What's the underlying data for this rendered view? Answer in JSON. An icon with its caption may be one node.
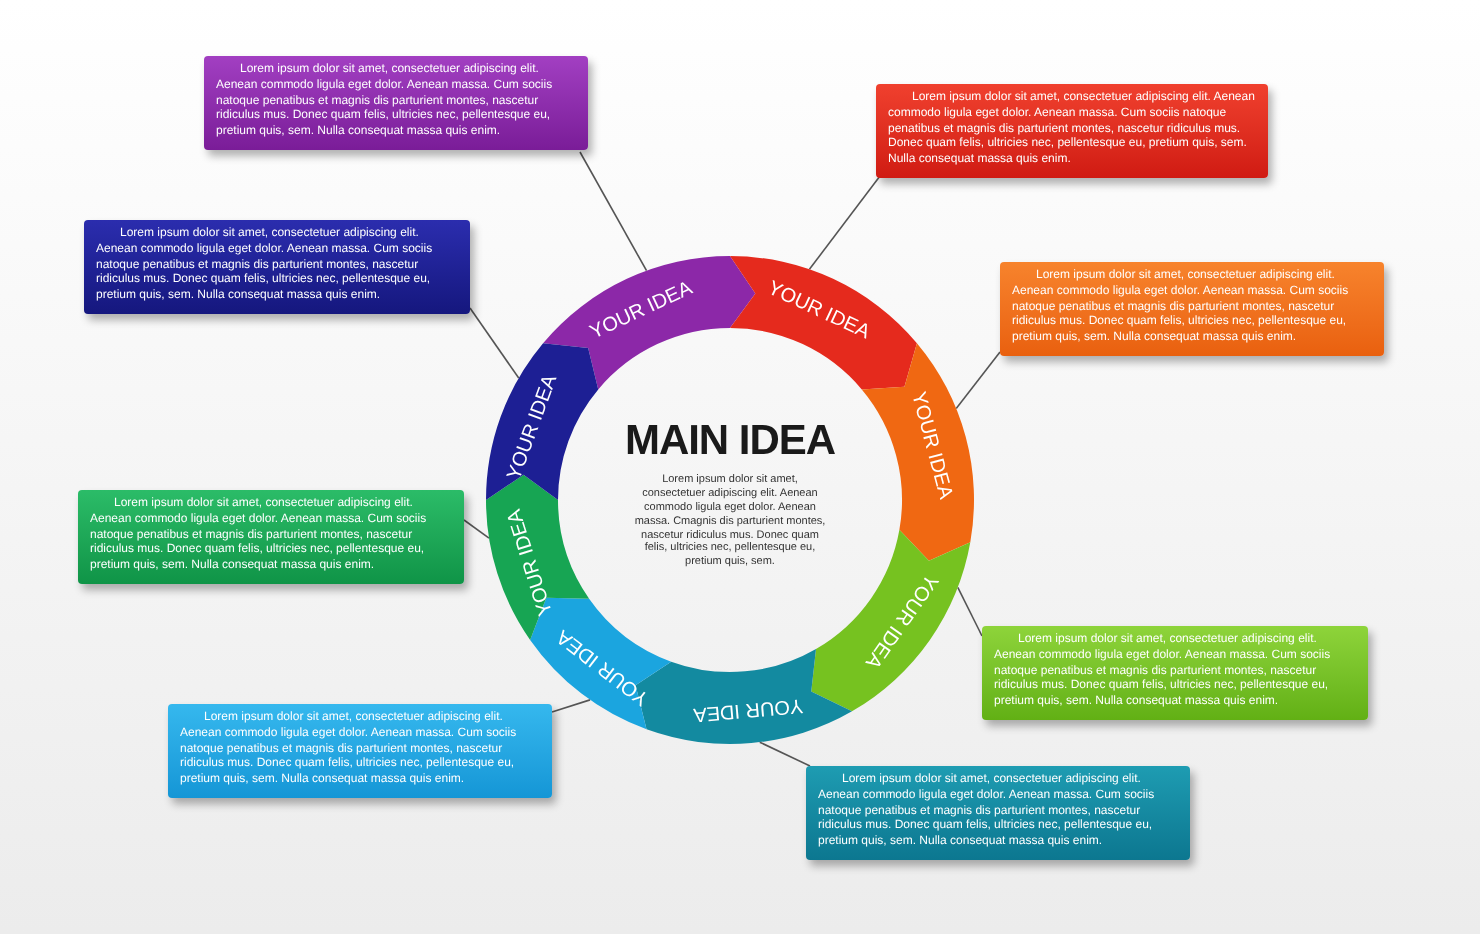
{
  "diagram": {
    "nodes": [
      {
        "text": [
          "MAIN IDEA",
          "Lorem ipsum dolor sit amet, consectetuer adipiscing elit. Aenean commodo ligula eget dolor. Aenean massa. Cmagnis dis parturient montes, nascetur ridiculus mus. Donec quam felis, ultricies nec, pellentesque eu, pretium quis, sem."
        ]
      },
      {
        "text": [
          "YOUR IDEA"
        ]
      },
      {
        "text": [
          "YOUR IDEA"
        ]
      },
      {
        "text": [
          "YOUR IDEA"
        ]
      },
      {
        "text": [
          "YOUR IDEA"
        ]
      },
      {
        "text": [
          "YOUR IDEA"
        ]
      },
      {
        "text": [
          "YOUR IDEA"
        ]
      },
      {
        "text": [
          "YOUR IDEA"
        ]
      },
      {
        "text": [
          "YOUR IDEA"
        ]
      },
      {
        "text": [
          "Lorem ipsum dolor sit amet, consectetuer adipiscing elit. Aenean commodo ligula eget dolor. Aenean massa. Cum sociis natoque penatibus et magnis dis parturient montes, nascetur ridiculus mus. Donec quam felis, ultricies nec, pellentesque eu, pretium quis, sem. Nulla consequat massa quis enim."
        ]
      },
      {
        "text": [
          "Lorem ipsum dolor sit amet, consectetuer adipiscing elit. Aenean commodo ligula eget dolor. Aenean massa. Cum sociis natoque penatibus et magnis dis parturient montes, nascetur ridiculus mus. Donec quam felis, ultricies nec, pellentesque eu, pretium quis, sem. Nulla consequat massa quis enim."
        ]
      },
      {
        "text": [
          "Lorem ipsum dolor sit amet, consectetuer adipiscing elit. Aenean commodo ligula eget dolor. Aenean massa. Cum sociis natoque penatibus et magnis dis parturient montes, nascetur ridiculus mus. Donec quam felis, ultricies nec, pellentesque eu, pretium quis, sem. Nulla consequat massa quis enim."
        ]
      },
      {
        "text": [
          "Lorem ipsum dolor sit amet, consectetuer adipiscing elit. Aenean commodo ligula eget dolor. Aenean massa. Cum sociis natoque penatibus et magnis dis parturient montes, nascetur ridiculus mus. Donec quam felis, ultricies nec, pellentesque eu, pretium quis, sem. Nulla consequat massa quis enim."
        ]
      },
      {
        "text": [
          "Lorem ipsum dolor sit amet, consectetuer adipiscing elit. Aenean commodo ligula eget dolor. Aenean massa. Cum sociis natoque penatibus et magnis dis parturient montes, nascetur ridiculus mus. Donec quam felis, ultricies nec, pellentesque eu, pretium quis, sem. Nulla consequat massa quis enim."
        ]
      },
      {
        "text": [
          "Lorem ipsum dolor sit amet, consectetuer adipiscing elit. Aenean commodo ligula eget dolor. Aenean massa. Cum sociis natoque penatibus et magnis dis parturient montes, nascetur ridiculus mus. Donec quam felis, ultricies nec, pellentesque eu, pretium quis, sem. Nulla consequat massa quis enim."
        ]
      },
      {
        "text": [
          "Lorem ipsum dolor sit amet, consectetuer adipiscing elit. Aenean commodo ligula eget dolor. Aenean massa. Cum sociis natoque penatibus et magnis dis parturient montes, nascetur ridiculus mus. Donec quam felis, ultricies nec, pellentesque eu, pretium quis, sem. Nulla consequat massa quis enim."
        ]
      },
      {
        "text": [
          "Lorem ipsum dolor sit amet, consectetuer adipiscing elit. Aenean commodo ligula eget dolor. Aenean massa. Cum sociis natoque penatibus et magnis dis parturient montes, nascetur ridiculus mus. Donec quam felis, ultricies nec, pellentesque eu, pretium quis, sem. Nulla consequat massa quis enim."
        ]
      }
    ],
    "edges": [
      {
        "from": 9,
        "to": 1,
        "arrow": "none"
      },
      {
        "from": 10,
        "to": 2,
        "arrow": "none"
      },
      {
        "from": 11,
        "to": 3,
        "arrow": "none"
      },
      {
        "from": 12,
        "to": 4,
        "arrow": "none"
      },
      {
        "from": 13,
        "to": 5,
        "arrow": "none"
      },
      {
        "from": 14,
        "to": 6,
        "arrow": "none"
      },
      {
        "from": 15,
        "to": 7,
        "arrow": "none"
      },
      {
        "from": 16,
        "to": 8,
        "arrow": "none"
      }
    ]
  }
}
